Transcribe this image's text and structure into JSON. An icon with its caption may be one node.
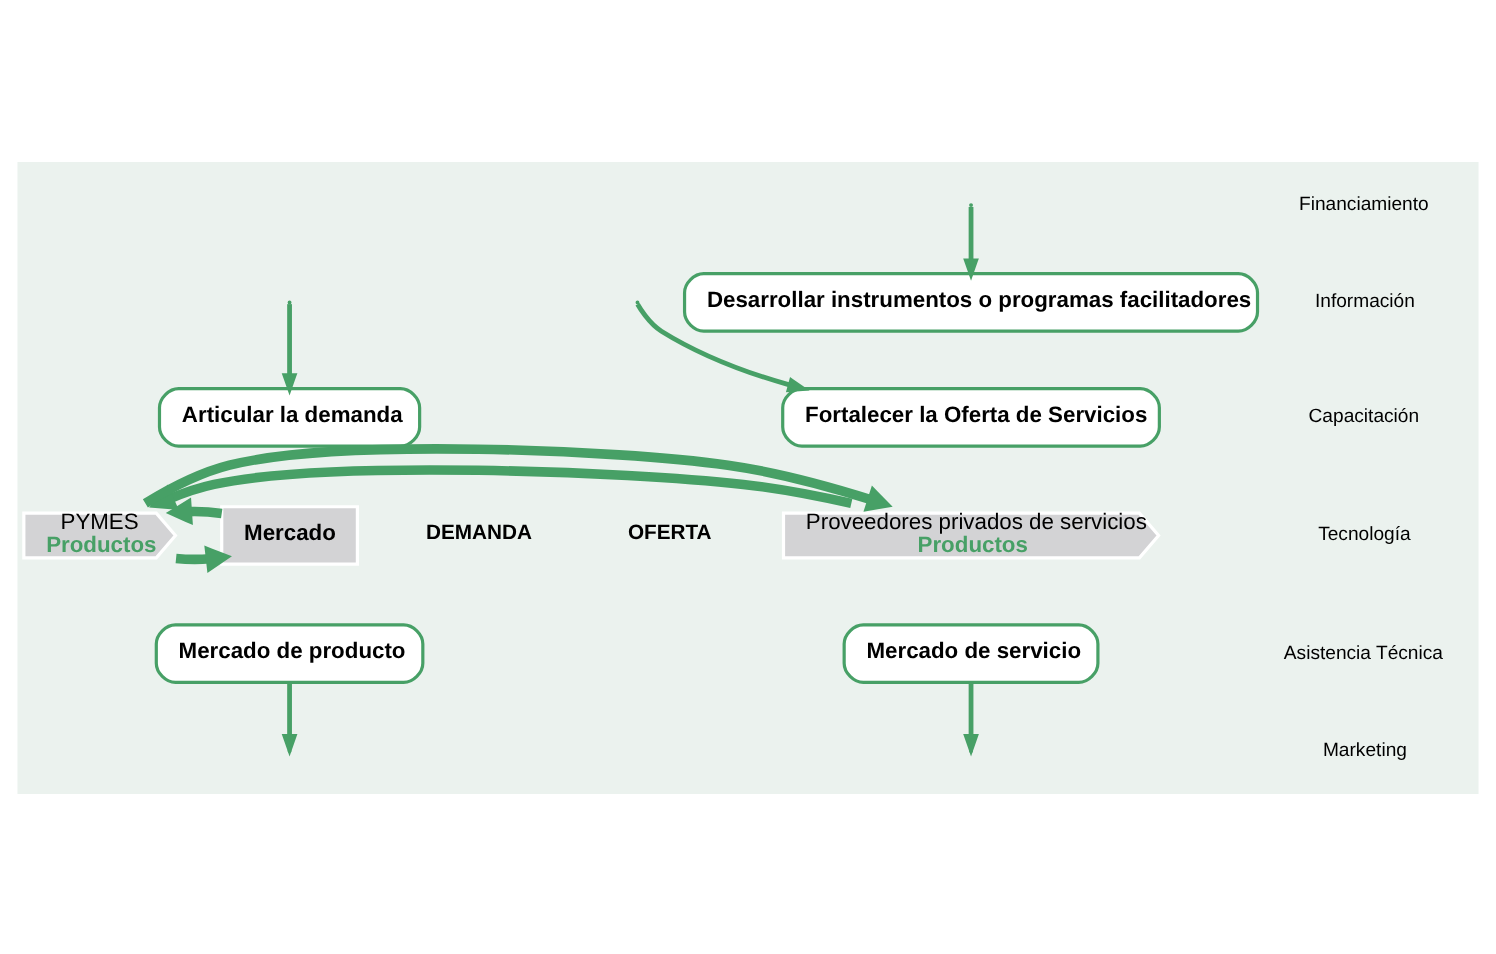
{
  "diagram": {
    "nodes": [
      {
        "text": [
          "Desarrollar instrumentos o programas facilitadores"
        ]
      },
      {
        "text": [
          "Fortalecer la Oferta de Servicios"
        ]
      },
      {
        "text": [
          "Articular la demanda"
        ]
      },
      {
        "text": [
          "Proveedores privados de servicios",
          "Productos"
        ]
      },
      {
        "text": [
          "PYMES",
          "Productos"
        ]
      },
      {
        "text": [
          "Mercado"
        ]
      },
      {
        "text": [
          "Mercado de servicio"
        ]
      },
      {
        "text": [
          "Mercado de producto"
        ]
      }
    ],
    "edges": [
      {
        "from": null,
        "to": 0,
        "arrow": "to"
      },
      {
        "from": null,
        "to": 1,
        "arrow": "to"
      },
      {
        "from": null,
        "to": 2,
        "arrow": "to"
      },
      {
        "from": 3,
        "to": 4,
        "arrow": "to",
        "style": "thick"
      },
      {
        "from": 4,
        "to": 3,
        "arrow": "to",
        "style": "thick"
      },
      {
        "from": 4,
        "to": 5,
        "arrow": "to",
        "style": "thick"
      },
      {
        "from": 5,
        "to": 4,
        "arrow": "to",
        "style": "thick"
      },
      {
        "from": 6,
        "to": null,
        "arrow": "to"
      },
      {
        "from": 7,
        "to": null,
        "arrow": "to"
      }
    ],
    "labels": [
      "OFERTA",
      "Financiamiento",
      "Información",
      "Capacitación",
      "Tecnología",
      "Asistencia Técnica",
      "Marketing",
      "DEMANDA"
    ]
  }
}
